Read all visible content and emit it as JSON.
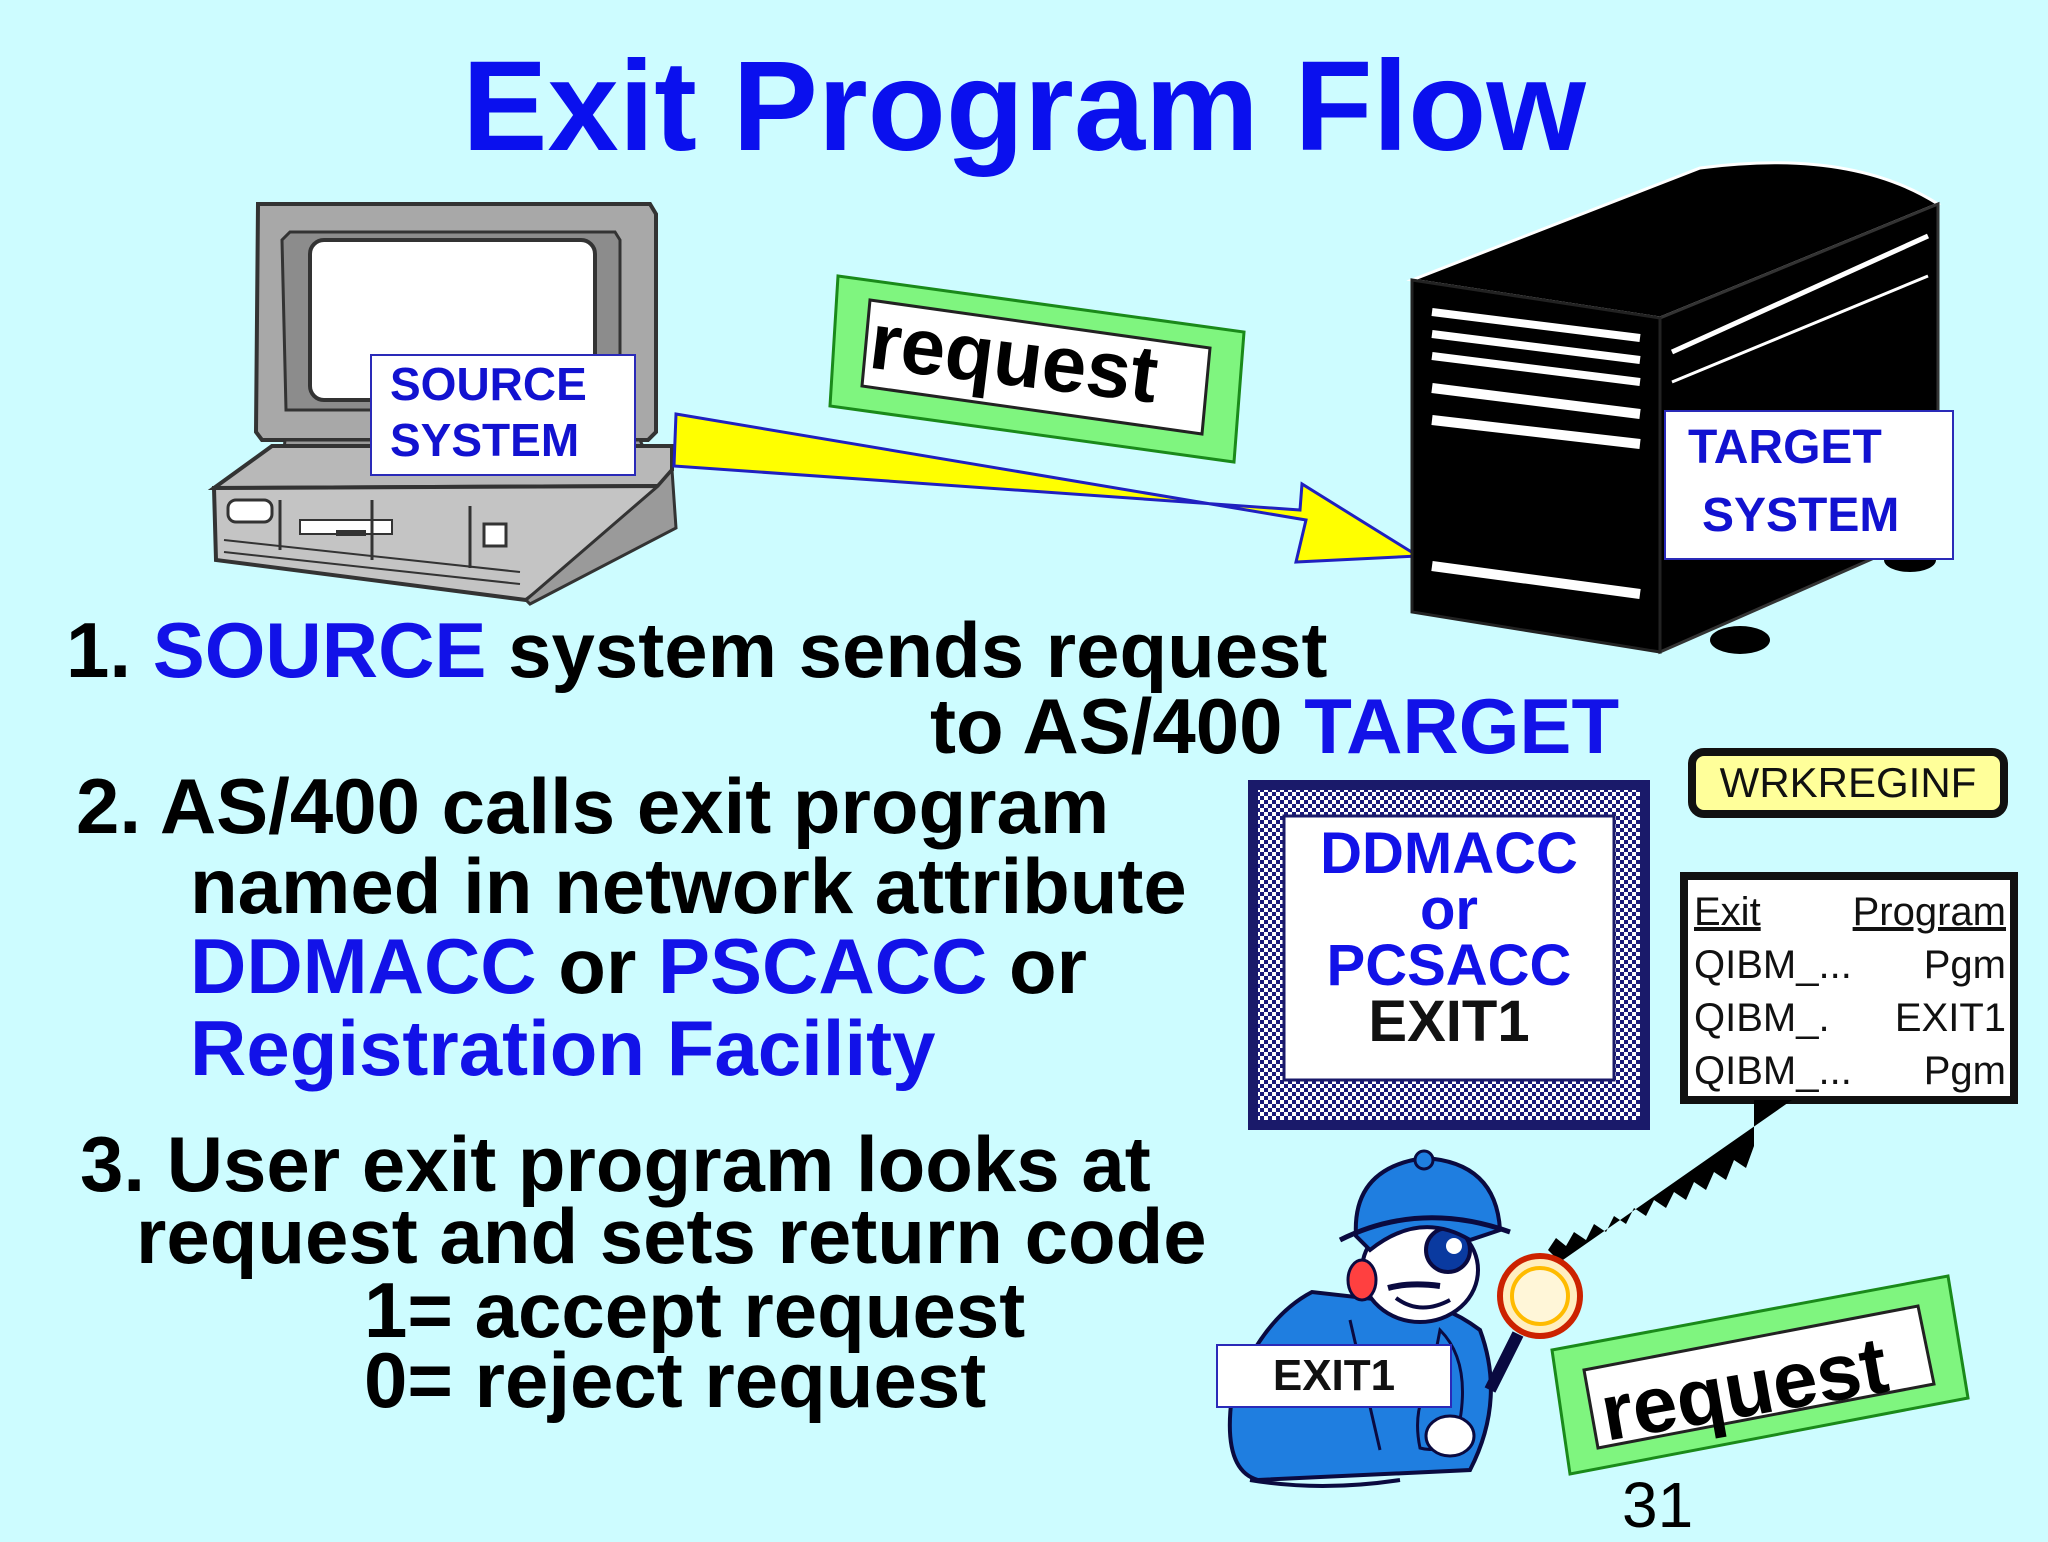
{
  "title": "Exit Program Flow",
  "source_label": [
    "SOURCE",
    "SYSTEM"
  ],
  "target_label": [
    "TARGET",
    "SYSTEM"
  ],
  "request_label": "request",
  "request_label_2": "request",
  "step1": {
    "num": "1.",
    "source": "SOURCE",
    "text_a": "system sends request",
    "text_b": "to AS/400",
    "target": "TARGET"
  },
  "step2": {
    "line1": "2. AS/400 calls exit program",
    "line2": "named in network attribute",
    "ddmacc": "DDMACC",
    "or1": "or",
    "pscacc": "PSCACC",
    "or2": "or",
    "registration": "Registration Facility"
  },
  "step3": {
    "line1": "3. User exit program looks at",
    "line2": "request and sets return code",
    "line3": "1= accept request",
    "line4": "0= reject request"
  },
  "attr_box": {
    "line1": "DDMACC",
    "line2": "or",
    "line3": "PCSACC",
    "line4": "EXIT1"
  },
  "wrkreginf": "WRKREGINF",
  "registry": {
    "header_col1": "Exit",
    "header_col2": "Program",
    "rows": [
      [
        "QIBM_...",
        "Pgm"
      ],
      [
        "QIBM_.",
        "EXIT1"
      ],
      [
        "QIBM_...",
        "Pgm"
      ]
    ]
  },
  "exit_label": "EXIT1",
  "page_number": "31",
  "colors": {
    "background": "#cdfcff",
    "title_blue": "#0a10ee",
    "arrow_yellow": "#ffff00",
    "request_green": "#7ff57f",
    "detective_blue": "#1f7ee0"
  }
}
